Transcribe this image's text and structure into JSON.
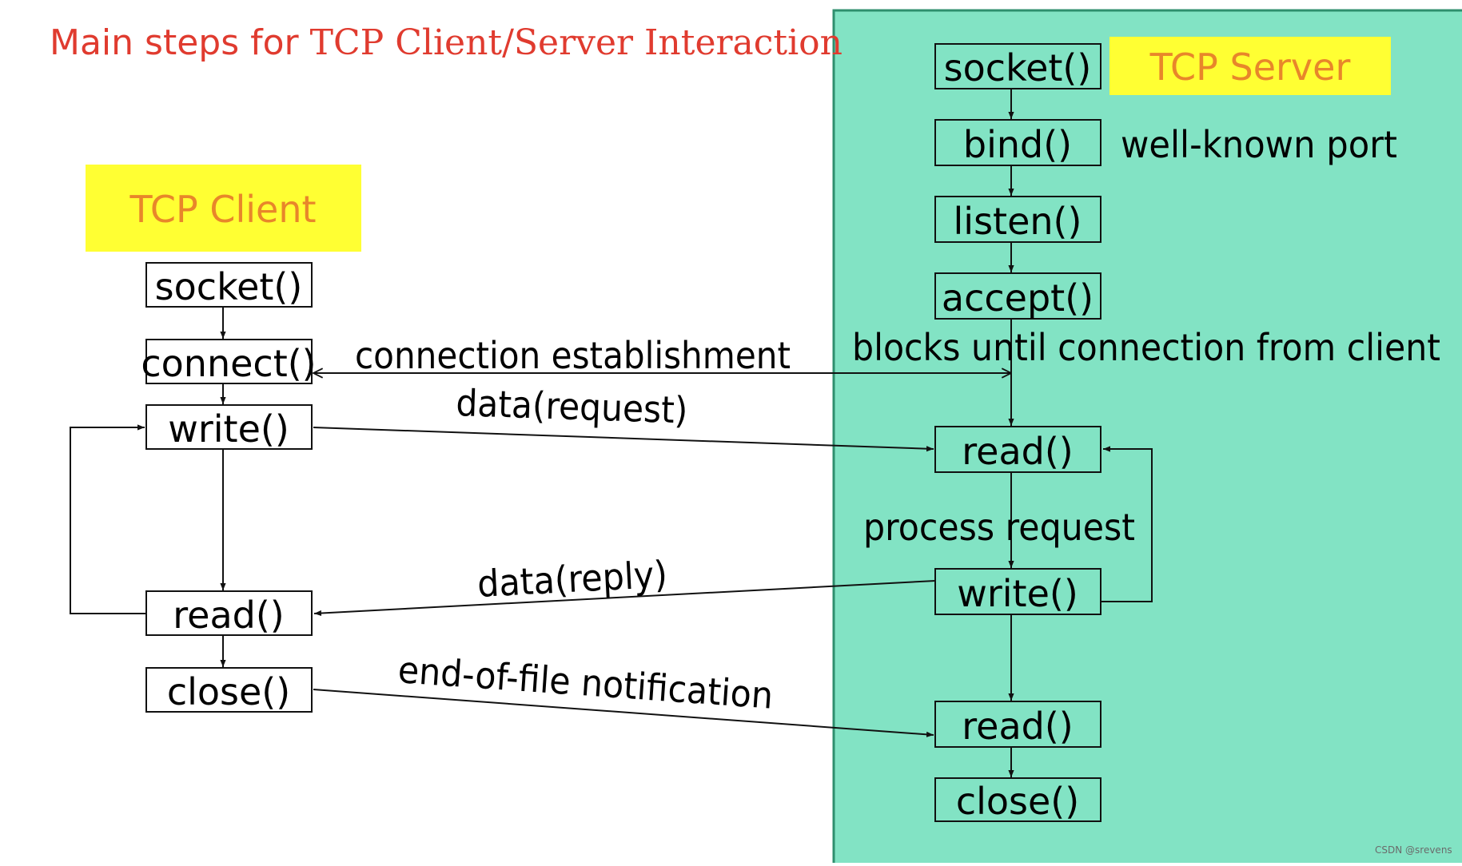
{
  "title": {
    "part1": "Main steps for ",
    "part2": "TCP Client/Server Interaction",
    "color": "#e03b2f"
  },
  "colors": {
    "server_panel": "#82e3c4",
    "server_panel_border": "#2f8f6e",
    "label_bg": "#ffff33",
    "label_text": "#e8862a"
  },
  "client": {
    "label": "TCP Client",
    "steps": {
      "socket": "socket()",
      "connect": "connect()",
      "write": "write()",
      "read": "read()",
      "close": "close()"
    }
  },
  "server": {
    "label": "TCP Server",
    "steps": {
      "socket": "socket()",
      "bind": "bind()",
      "listen": "listen()",
      "accept": "accept()",
      "read1": "read()",
      "write": "write()",
      "read2": "read()",
      "close": "close()"
    },
    "notes": {
      "bind": "well-known port",
      "accept": "blocks until connection from client",
      "process": "process request"
    }
  },
  "messages": {
    "connection": "connection establishment",
    "request": "data(request)",
    "reply": "data(reply)",
    "eof": "end-of-file notification"
  },
  "watermark": "CSDN @srevens"
}
